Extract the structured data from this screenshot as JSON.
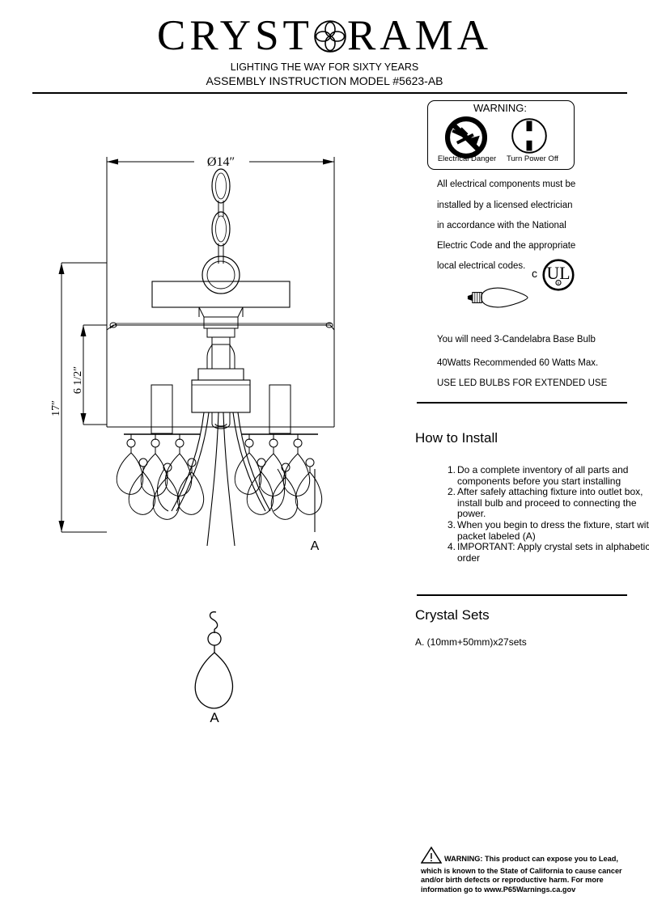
{
  "header": {
    "brand_part1": "CRYST",
    "brand_mark": "flower-logo",
    "brand_part2": "RAMA",
    "tagline": "LIGHTING THE WAY FOR SIXTY YEARS",
    "model_line": "ASSEMBLY INSTRUCTION MODEL #5623-AB"
  },
  "warning_box": {
    "title": "WARNING:",
    "danger_caption": "Electrical Danger",
    "power_caption": "Turn Power Off",
    "danger_icon": "no-electrical-icon",
    "power_icon": "power-off-icon"
  },
  "electrical_notice": [
    "All electrical components must be",
    "installed by a licensed electrician",
    "in accordance with the National",
    "Electric Code and the appropriate",
    "local electrical codes."
  ],
  "certification": {
    "c_letter": "c",
    "ul_mark": "ul-listed-icon",
    "bulb_icon": "candelabra-bulb-icon"
  },
  "bulb_info": [
    "You will need 3-Candelabra Base Bulb",
    "40Watts Recommended 60 Watts Max.",
    "USE LED BULBS FOR EXTENDED USE"
  ],
  "install": {
    "title": "How to Install",
    "steps": [
      {
        "num": "1.",
        "text": "Do a complete inventory of all parts and components before you  start installing"
      },
      {
        "num": "2.",
        "text": "After safely attaching fixture into outlet box, install bulb  and proceed to connecting the power."
      },
      {
        "num": "3.",
        "text": "When you begin to dress the fixture, start with packet  labeled (A)"
      },
      {
        "num": "4.",
        "text": "IMPORTANT: Apply crystal sets in alphabetical order"
      }
    ]
  },
  "crystal_sets": {
    "title": "Crystal Sets",
    "items": [
      "A. (10mm+50mm)x27sets"
    ]
  },
  "prop65": {
    "icon": "warning-triangle-icon",
    "lead": "WARNING:",
    "text": " This product can expose you to Lead, which is known to the State of California to cause cancer and/or birth defects or reproductive harm. For more information go to www.P65Warnings.ca.gov"
  },
  "drawing": {
    "diameter_label": "Ø14″",
    "height_label": "17″",
    "shade_height_label": "6 1/2″",
    "callout_label": "A",
    "detail_label": "A"
  },
  "colors": {
    "ink": "#000000",
    "paper": "#ffffff",
    "line": "#1a1a1a"
  }
}
